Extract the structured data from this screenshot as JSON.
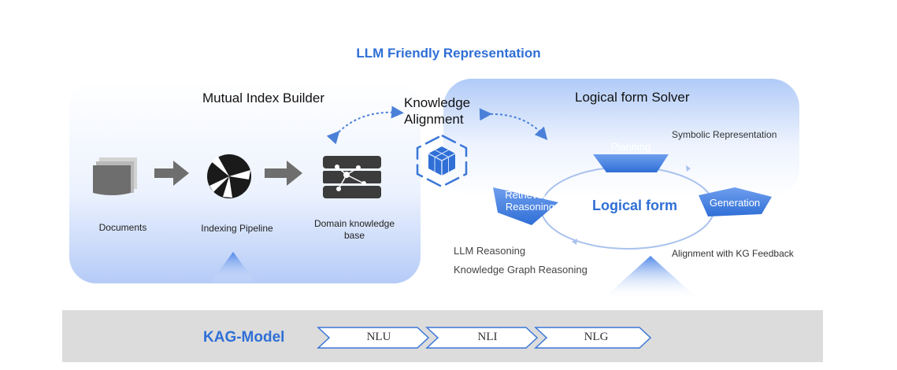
{
  "header": {
    "title": "LLM Friendly Representation"
  },
  "mutual_index": {
    "title": "Mutual Index Builder",
    "steps": [
      {
        "label": "Documents",
        "icon": "documents-icon"
      },
      {
        "label": "Indexing Pipeline",
        "icon": "pipeline-icon"
      },
      {
        "label": "Domain knowledge base",
        "line1": "Domain knowledge",
        "line2": "base",
        "icon": "database-icon"
      }
    ]
  },
  "alignment": {
    "line1": "Knowledge",
    "line2": "Alignment",
    "icon": "cube-hexagon-icon"
  },
  "solver": {
    "title": "Logical form Solver",
    "center": "Logical form",
    "planning": "Planning",
    "retrieval_line1": "Retrieval &",
    "retrieval_line2": "Reasoning",
    "generation": "Generation",
    "symbolic": "Symbolic Representation",
    "alignment_feedback": "Alignment with KG Feedback",
    "llm_reasoning": "LLM Reasoning",
    "kg_reasoning": "Knowledge Graph Reasoning"
  },
  "kag_model": {
    "title": "KAG-Model",
    "stages": [
      "NLU",
      "NLI",
      "NLG"
    ]
  },
  "colors": {
    "accent": "#2f6fd6",
    "band": "#dcdcdc",
    "icon_gray": "#6e6e6e"
  }
}
